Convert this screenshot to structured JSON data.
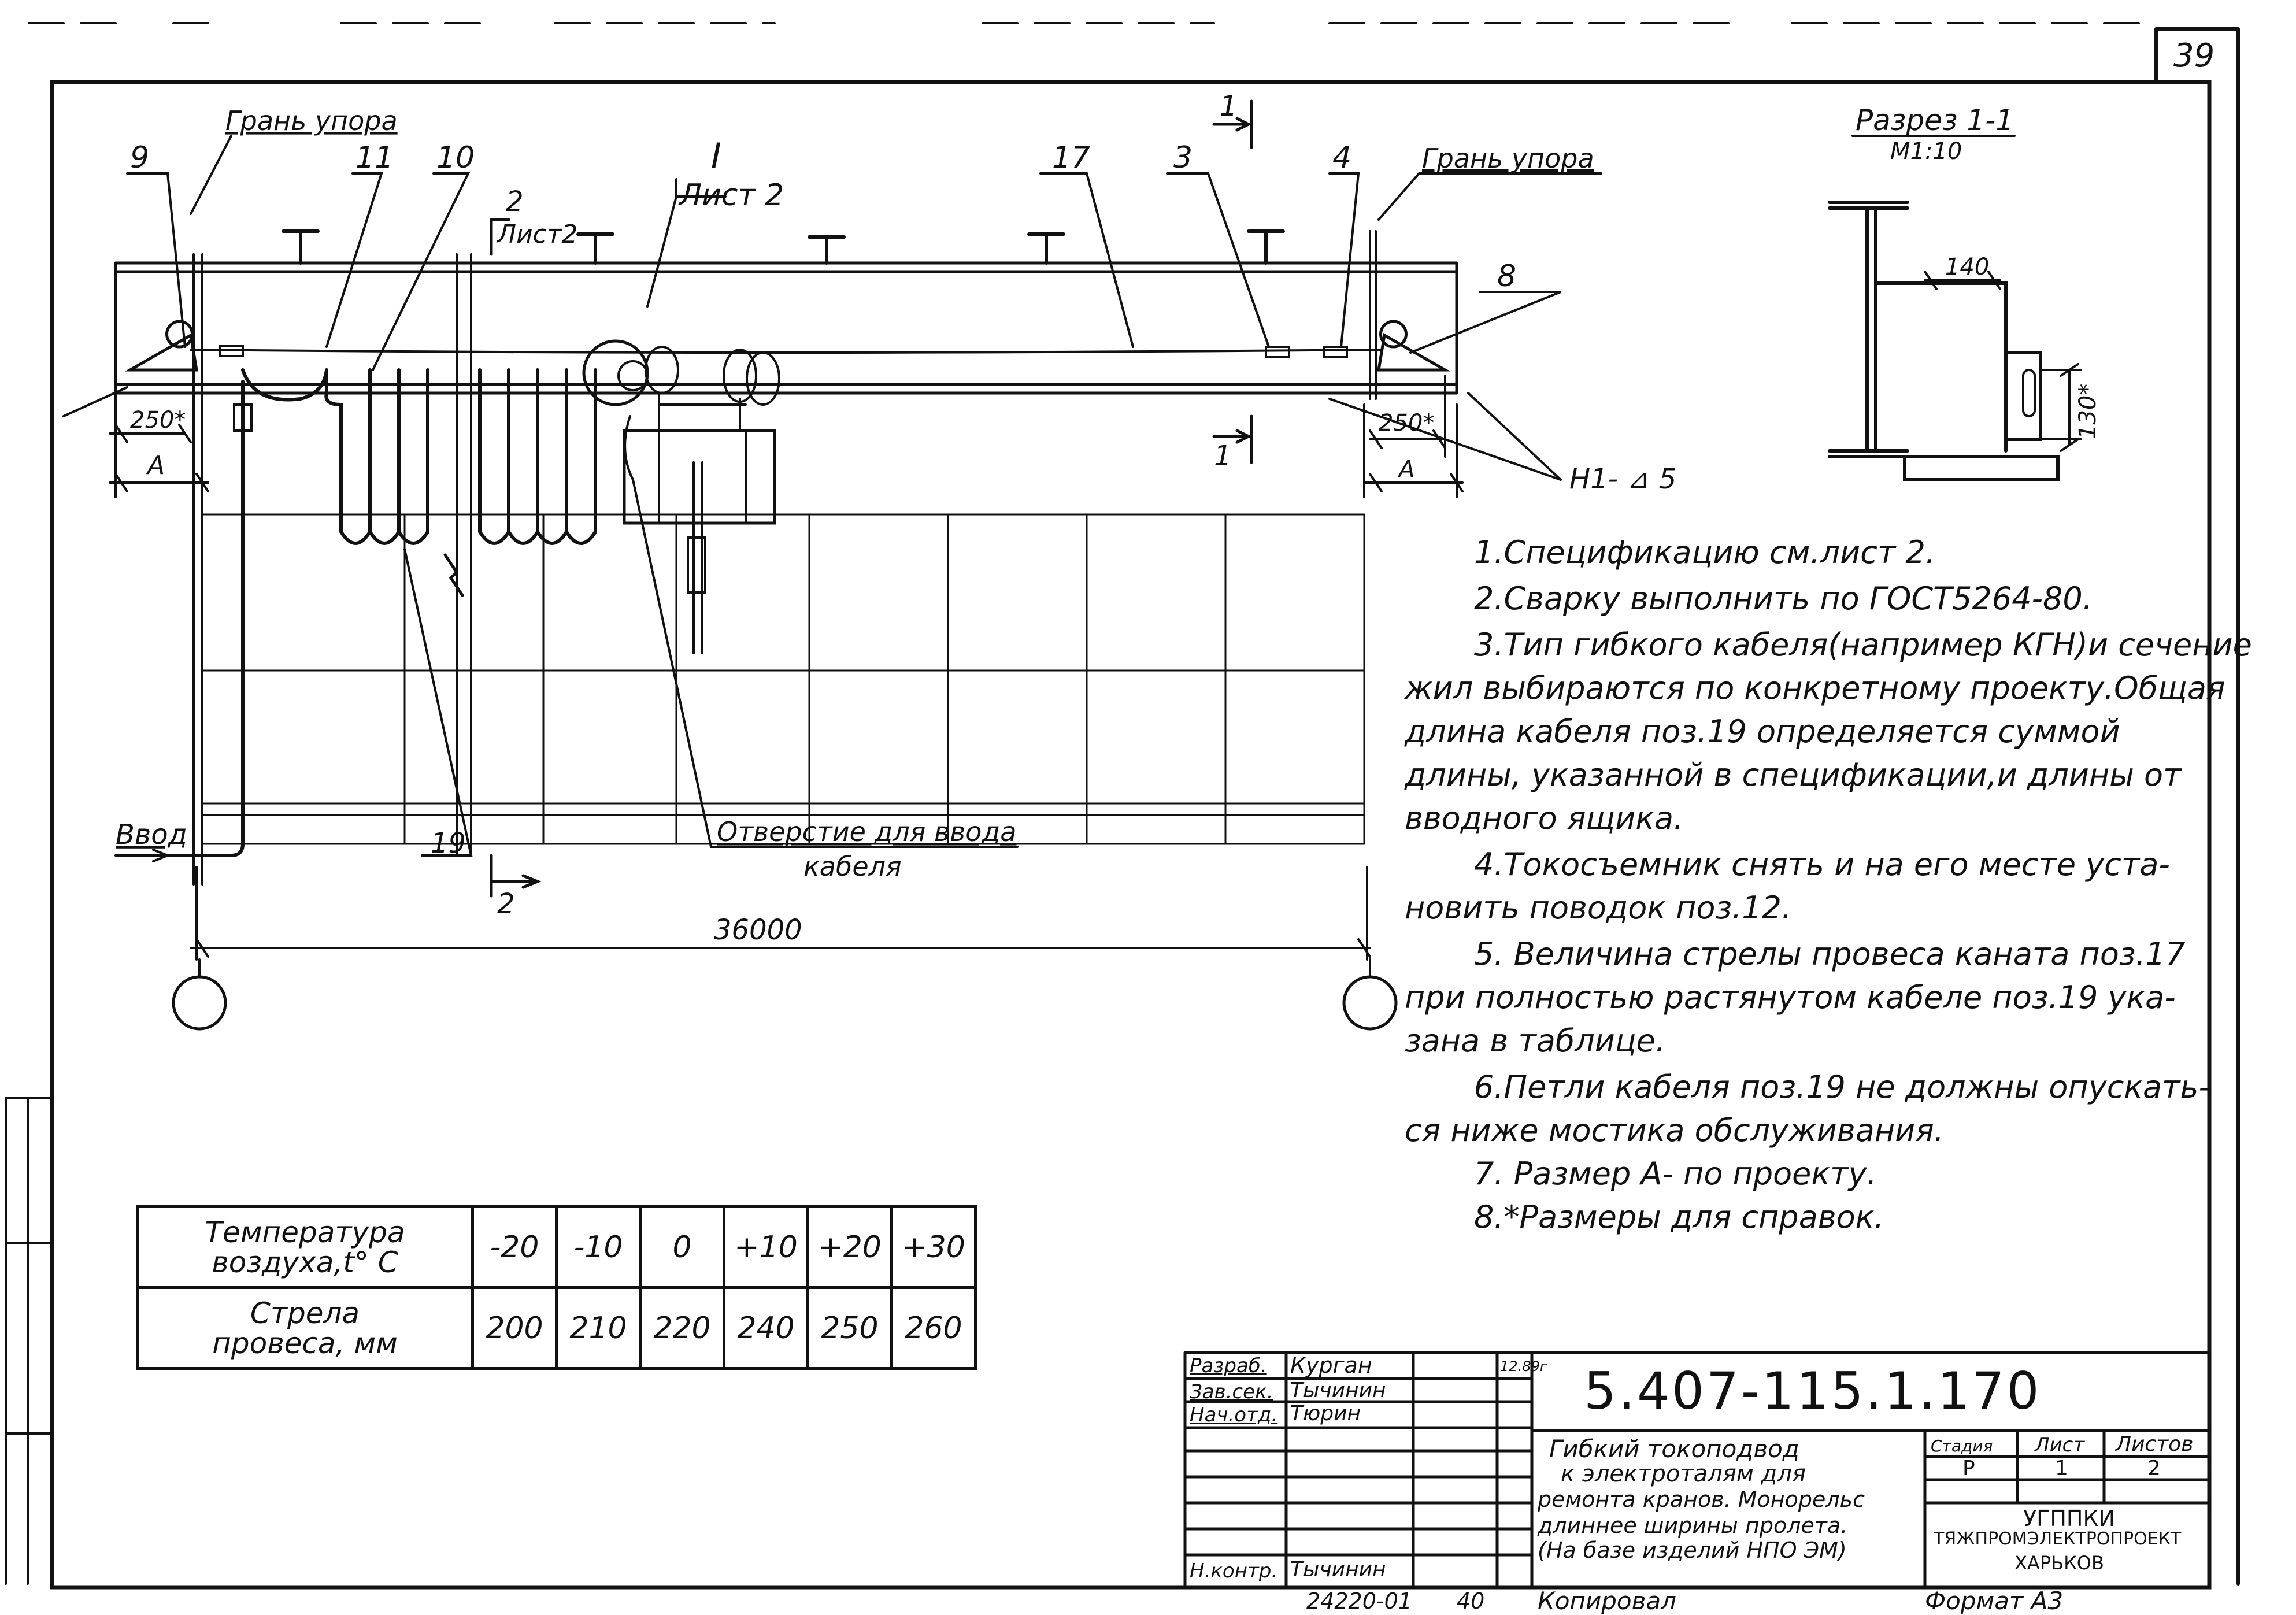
{
  "page_number": "39",
  "labels": {
    "gran_upora_left": "Грань упора",
    "gran_upora_right": "Грань упора",
    "pos9": "9",
    "pos11": "11",
    "pos10": "10",
    "pos_I": "I",
    "list2": "Лист 2",
    "sec2_top": "2",
    "sec2_list": "Лист2",
    "pos17": "17",
    "pos3": "3",
    "pos4": "4",
    "pos8": "8",
    "sec1_top": "1",
    "sec1_bottom": "1",
    "dim250_left": "250*",
    "dim250_right": "250*",
    "dimA_left": "A",
    "dimA_right": "A",
    "weld": "Н1- ⊿ 5",
    "vvod": "Ввод",
    "pos19": "19",
    "sec2_bottom": "2",
    "hole_line1": "Отверстие для ввода",
    "hole_line2": "кабеля",
    "span": "36000"
  },
  "section": {
    "title": "Разрез 1-1",
    "scale": "М1:10",
    "dim140": "140",
    "dim130": "130*"
  },
  "notes": [
    "1.Спецификацию см.лист 2.",
    "2.Сварку выполнить по ГОСТ5264-80.",
    "3.Тип гибкого кабеля(например КГН)и сечение",
    "жил выбираются по конкретному проекту.Общая",
    "длина кабеля поз.19 определяется суммой",
    "длины, указанной в спецификации,и длины от",
    "вводного ящика.",
    "4.Токосъемник снять и на его месте уста-",
    "новить поводок поз.12.",
    "5. Величина стрелы провеса каната поз.17",
    "при полностью растянутом кабеле поз.19 ука-",
    "зана в таблице.",
    "6.Петли кабеля поз.19 не должны опускать-",
    "ся ниже мостика обслуживания.",
    "7. Размер А- по проекту.",
    "8.*Размеры для справок."
  ],
  "table": {
    "row1_label_l1": "Температура",
    "row1_label_l2": "воздуха,t° С",
    "row2_label_l1": "Стрела",
    "row2_label_l2": "провеса, мм",
    "temps": [
      "-20",
      "-10",
      "0",
      "+10",
      "+20",
      "+30"
    ],
    "sags": [
      "200",
      "210",
      "220",
      "240",
      "250",
      "260"
    ]
  },
  "title_block": {
    "r1_role": "Разраб.",
    "r1_name": "Курган",
    "r1_date": "12.89г",
    "r2_role": "Зав.сек.",
    "r2_name": "Тычинин",
    "r3_role": "Нач.отд.",
    "r3_name": "Тюрин",
    "r4_role": "Н.контр.",
    "r4_name": "Тычинин",
    "doc_number": "5.407-115.1.170",
    "desc_l1": "Гибкий токоподвод",
    "desc_l2": "к электроталям для",
    "desc_l3": "ремонта кранов. Монорельс",
    "desc_l4": "длиннее ширины пролета.",
    "desc_l5": "(На базе изделий НПО ЭМ)",
    "stage_h": "Стадия",
    "sheet_h": "Лист",
    "sheets_h": "Листов",
    "stage": "Р",
    "sheet": "1",
    "sheets": "2",
    "org_l1": "УГППКИ",
    "org_l2": "ТЯЖПРОМЭЛЕКТРОПРОЕКТ",
    "org_l3": "ХАРЬКОВ"
  },
  "footer": {
    "code": "24220-01",
    "num": "40",
    "copied": "Копировал",
    "format": "Формат А3"
  }
}
